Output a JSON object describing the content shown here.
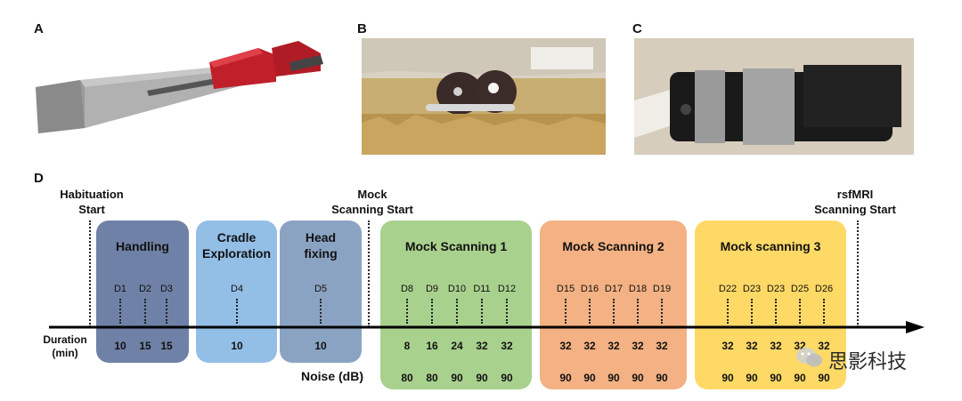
{
  "panels": {
    "a_label": "A",
    "b_label": "B",
    "c_label": "C",
    "d_label": "D"
  },
  "markers": {
    "habituation": "Habituation\nStart",
    "mock_start": "Mock\nScanning Start",
    "rsfmri": "rsfMRI\nScanning Start"
  },
  "axis": {
    "duration_label": "Duration\n(min)",
    "noise_label": "Noise (dB)"
  },
  "phases": [
    {
      "label": "Handling",
      "days": [
        "D1",
        "D2",
        "D3"
      ],
      "durations": [
        "10",
        "15",
        "15"
      ],
      "noise": [],
      "color": "#6f81a6"
    },
    {
      "label": "Cradle\nExploration",
      "days": [
        "D4"
      ],
      "durations": [
        "10"
      ],
      "noise": [],
      "color": "#93bee6"
    },
    {
      "label": "Head\nfixing",
      "days": [
        "D5"
      ],
      "durations": [
        "10"
      ],
      "noise": [],
      "color": "#8ba3c3"
    },
    {
      "label": "Mock Scanning 1",
      "days": [
        "D8",
        "D9",
        "D10",
        "D11",
        "D12"
      ],
      "durations": [
        "8",
        "16",
        "24",
        "32",
        "32"
      ],
      "noise": [
        "80",
        "80",
        "90",
        "90",
        "90"
      ],
      "color": "#a9d18e"
    },
    {
      "label": "Mock Scanning 2",
      "days": [
        "D15",
        "D16",
        "D17",
        "D18",
        "D19"
      ],
      "durations": [
        "32",
        "32",
        "32",
        "32",
        "32"
      ],
      "noise": [
        "90",
        "90",
        "90",
        "90",
        "90"
      ],
      "color": "#f4b183"
    },
    {
      "label": "Mock scanning 3",
      "days": [
        "D22",
        "D23",
        "D23",
        "D25",
        "D26"
      ],
      "durations": [
        "32",
        "32",
        "32",
        "32",
        "32"
      ],
      "noise": [
        "90",
        "90",
        "90",
        "90",
        "90"
      ],
      "color": "#ffd966"
    }
  ],
  "watermark": "思影科技"
}
